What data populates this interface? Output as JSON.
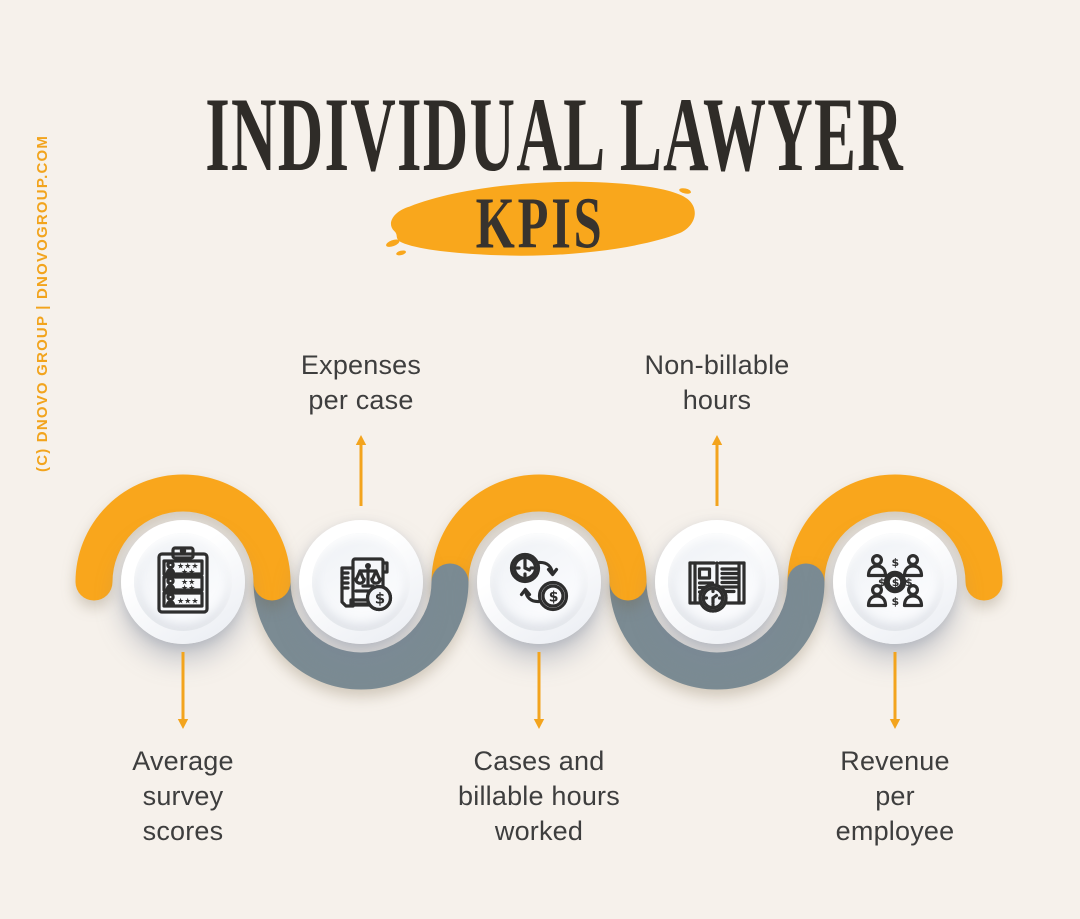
{
  "page": {
    "background_color": "#F6F1EB"
  },
  "credit": {
    "text": "(C) DNOVO GROUP | DNOVOGROUP.COM",
    "color": "#F2A41D"
  },
  "header": {
    "title": "INDIVIDUAL LAWYER",
    "subtitle": "KPIS",
    "title_color": "#2F2C28",
    "brush_color": "#F9A71C"
  },
  "wave": {
    "yellow_color": "#F9A61C",
    "slate_color": "#7B8B93",
    "segments": [
      "yellow",
      "slate",
      "yellow",
      "slate",
      "yellow"
    ]
  },
  "kpis": [
    {
      "icon": "survey-clipboard-icon",
      "label_position": "bottom",
      "lines": [
        "Average",
        "survey",
        "scores"
      ]
    },
    {
      "icon": "scales-folder-dollar-icon",
      "label_position": "top",
      "lines": [
        "Expenses",
        "per case"
      ]
    },
    {
      "icon": "clock-dollar-exchange-icon",
      "label_position": "bottom",
      "lines": [
        "Cases and",
        "billable hours",
        "worked"
      ]
    },
    {
      "icon": "book-clock-icon",
      "label_position": "top",
      "lines": [
        "Non-billable",
        "hours"
      ]
    },
    {
      "icon": "people-dollar-icon",
      "label_position": "bottom",
      "lines": [
        "Revenue",
        "per",
        "employee"
      ]
    }
  ]
}
